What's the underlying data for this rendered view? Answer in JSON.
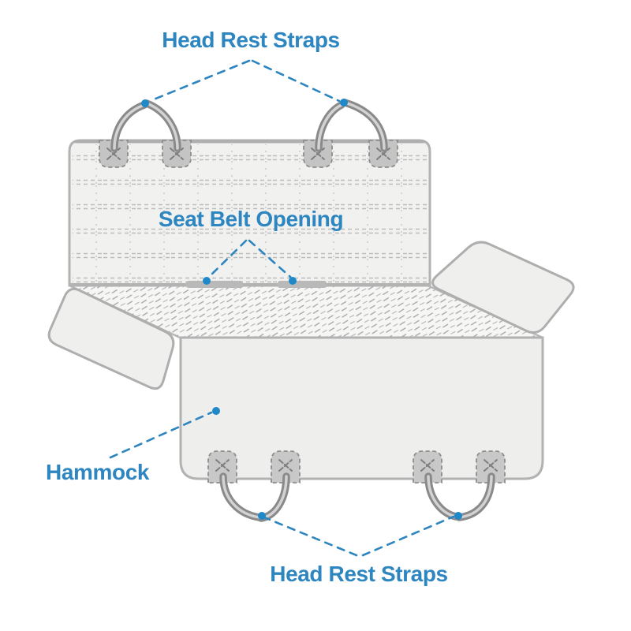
{
  "page": {
    "background_color": "#ffffff"
  },
  "figure": {
    "accent_text_color": "#2e86c1",
    "leader_line_color": "#2d85bf",
    "callout_dot_color": "#1f88c8",
    "fabric_fill_color": "#f1f1f0",
    "outline_color": "#b2b2b2"
  },
  "labels": {
    "head_rest_straps_top": "Head Rest Straps",
    "seat_belt_opening": "Seat Belt Opening",
    "hammock": "Hammock",
    "head_rest_straps_bottom": "Head Rest Straps"
  }
}
